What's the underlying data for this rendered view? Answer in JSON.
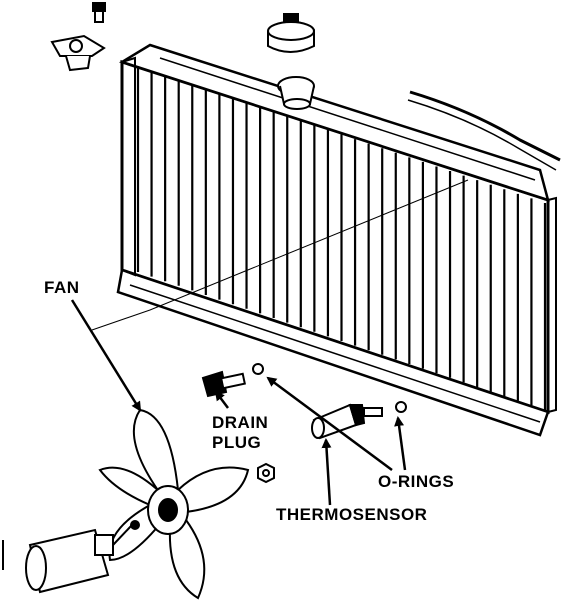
{
  "labels": {
    "fan": "FAN",
    "drain_plug_line1": "DRAIN",
    "drain_plug_line2": "PLUG",
    "o_rings": "O-RINGS",
    "thermosensor": "THERMOSENSOR"
  },
  "colors": {
    "ink": "#000000",
    "paper": "#ffffff"
  }
}
